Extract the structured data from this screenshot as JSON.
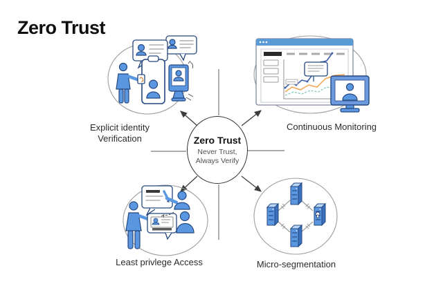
{
  "title": "Zero Trust",
  "center": {
    "title": "Zero Trust",
    "subtitle_line1": "Never Trust,",
    "subtitle_line2": "Always Verify"
  },
  "nodes": [
    {
      "id": "explicit-identity-verification",
      "position": "top-left",
      "label_line1": "Explicit identity",
      "label_line2": "Verification",
      "icon": "identity-verification-illustration"
    },
    {
      "id": "continuous-monitoring",
      "position": "top-right",
      "label": "Continuous Monitoring",
      "icon": "monitoring-dashboard-illustration"
    },
    {
      "id": "least-privilege-access",
      "position": "bottom-left",
      "label": "Least privlege Access",
      "icon": "least-privilege-people-illustration"
    },
    {
      "id": "micro-segmentation",
      "position": "bottom-right",
      "label": "Micro-segmentation",
      "icon": "server-network-illustration"
    }
  ],
  "colors": {
    "accent_blue": "#5b97e0",
    "outline_navy": "#24477f",
    "window_bar_blue": "#5b9bd5",
    "chart_blue": "#3c5fa8",
    "chart_orange": "#f2a44d",
    "chart_teal": "#7fc9c3",
    "line_gray": "#8f8f8f",
    "arrow_dark": "#3d3d3d",
    "label_text": "#2b2b2b",
    "subtitle_gray": "#4e4e4e"
  }
}
